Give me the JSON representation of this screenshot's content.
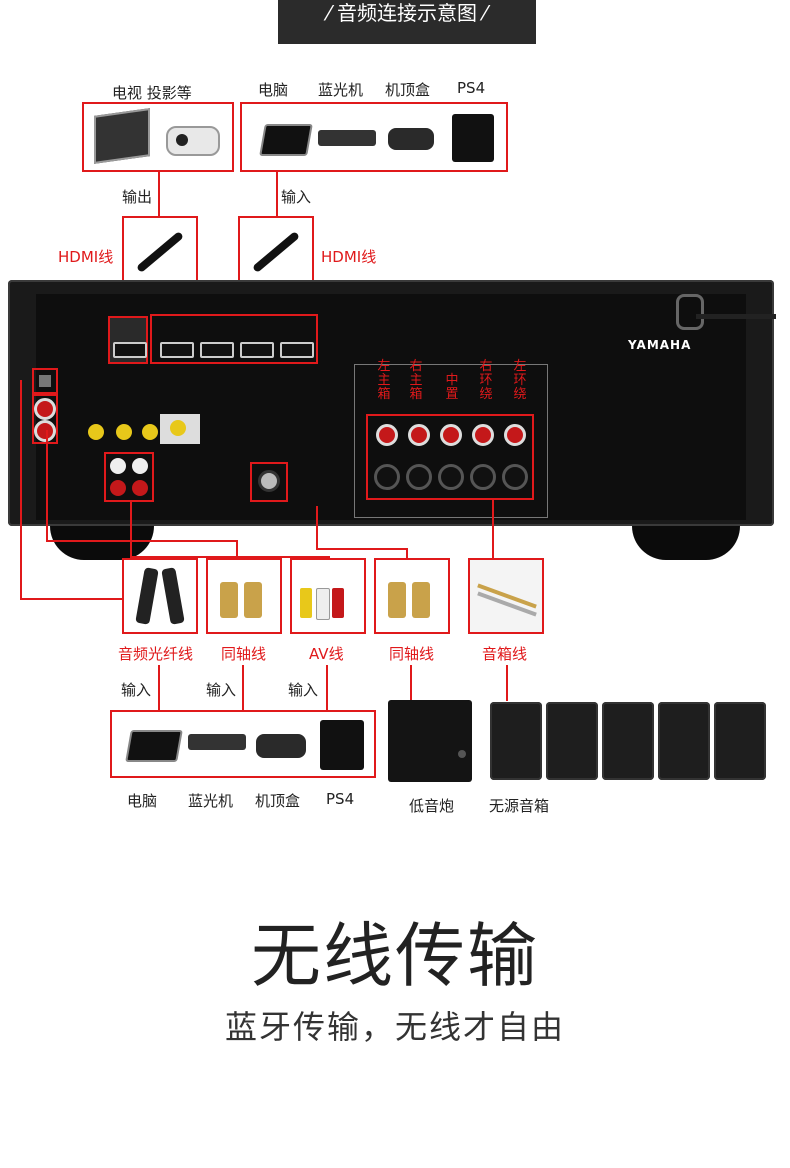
{
  "header": {
    "title": "⁄ 音频连接示意图 ⁄"
  },
  "top_sources": {
    "left_group_label": "电视 投影等",
    "right_group_labels": [
      "电脑",
      "蓝光机",
      "机顶盒",
      "PS4"
    ],
    "output_label": "输出",
    "input_label": "输入"
  },
  "hdmi_cables": {
    "left_label": "HDMI线",
    "right_label": "HDMI线"
  },
  "receiver": {
    "brand": "YAMAHA",
    "speaker_labels": [
      "左主箱",
      "右主箱",
      "中置",
      "右环绕",
      "左环绕"
    ]
  },
  "cables": {
    "labels": [
      "音频光纤线",
      "同轴线",
      "AV线",
      "同轴线",
      "音箱线"
    ]
  },
  "bottom": {
    "input_labels": [
      "输入",
      "输入",
      "输入"
    ],
    "device_labels": [
      "电脑",
      "蓝光机",
      "机顶盒",
      "PS4"
    ],
    "subwoofer_label": "低音炮",
    "passive_speakers_label": "无源音箱"
  },
  "feature": {
    "title": "无线传输",
    "subtitle": "蓝牙传输，无线才自由"
  },
  "colors": {
    "accent_red": "#e0191b",
    "header_bg": "#2b2b2b",
    "receiver_bg": "#1a1a1a"
  }
}
